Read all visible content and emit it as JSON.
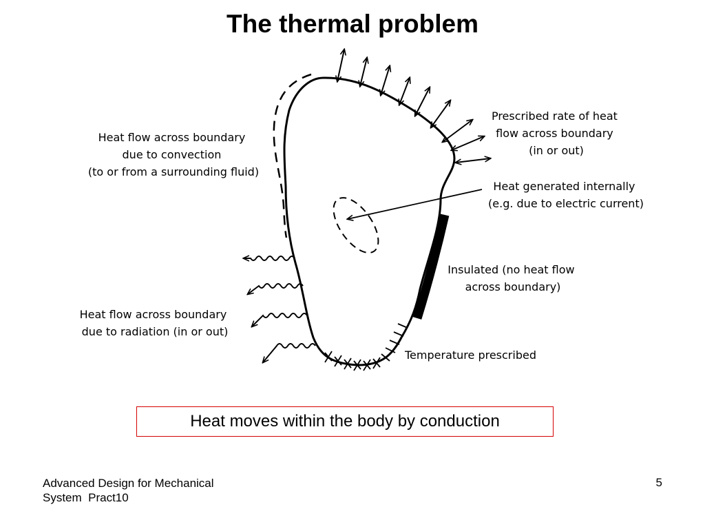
{
  "title": "The thermal problem",
  "labels": {
    "convection": [
      "Heat flow across boundary",
      "due to convection",
      "(to or from a surrounding fluid)"
    ],
    "prescribed_rate": [
      "Prescribed rate of heat",
      "flow across boundary",
      "(in or out)"
    ],
    "heat_generated": [
      "Heat generated internally",
      "(e.g. due to electric current)"
    ],
    "insulated": [
      "Insulated (no heat flow",
      "across boundary)"
    ],
    "radiation": [
      "Heat flow across boundary",
      "due to radiation (in or out)"
    ],
    "temperature": [
      "Temperature prescribed"
    ]
  },
  "caption": "Heat moves within the body by conduction",
  "footer": {
    "course_line1": "Advanced Design for Mechanical",
    "course_line2": "System  Pract10",
    "page_number": "5"
  },
  "colors": {
    "caption_border": "#d40000",
    "ink": "#000000"
  }
}
